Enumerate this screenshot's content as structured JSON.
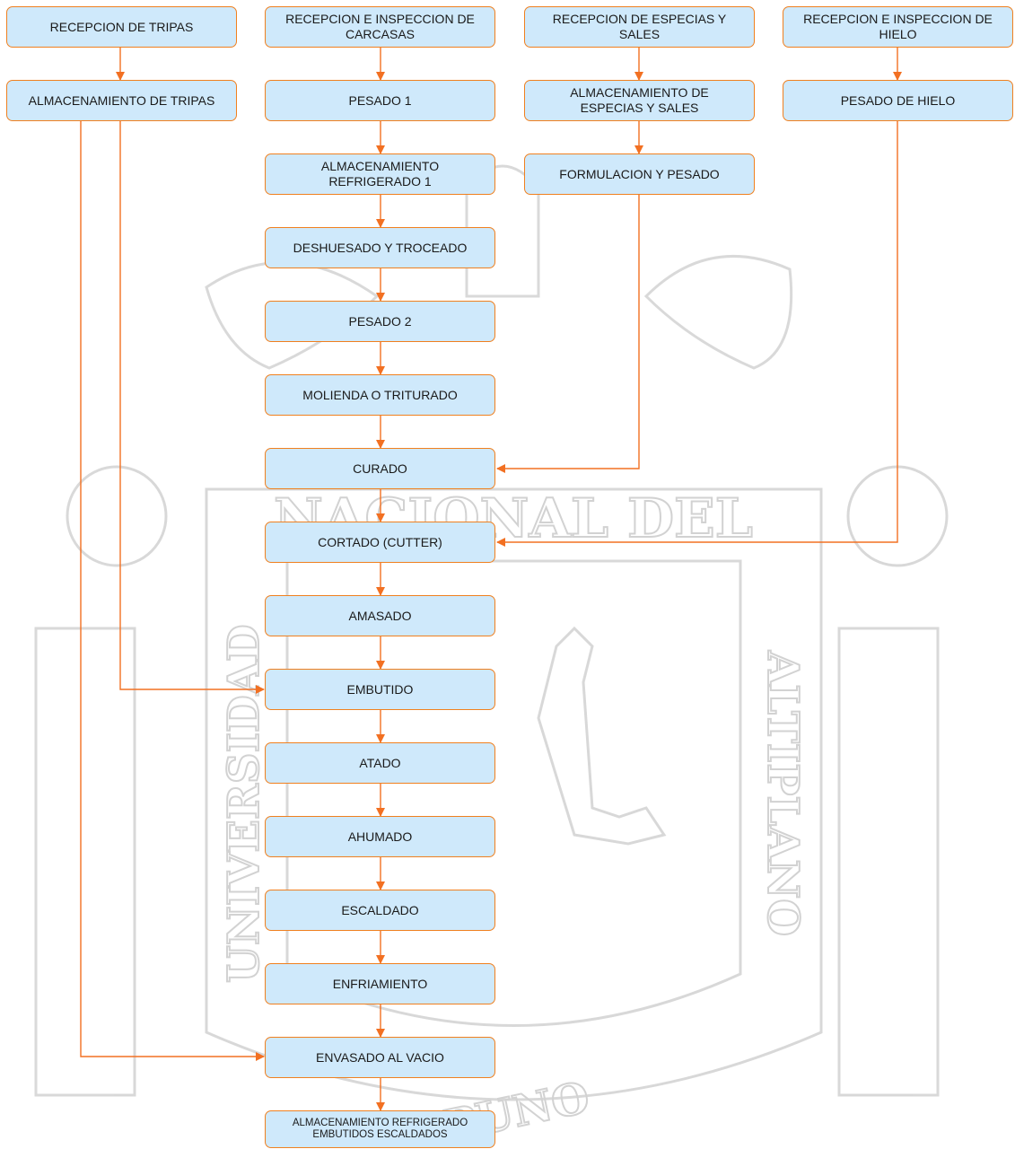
{
  "colors": {
    "node_fill": "#cfe9fb",
    "node_border": "#f0801f",
    "arrow": "#f27022",
    "watermark": "#c8c8c8"
  },
  "watermark": {
    "text_top": "NACIONAL DEL",
    "text_left": "UNIVERSIDAD",
    "text_right": "ALTIPLANO",
    "text_bottom": "PUNO"
  },
  "nodes": {
    "recepcion_tripas": "RECEPCION DE TRIPAS",
    "recepcion_carcasas": "RECEPCION E INSPECCION DE\nCARCASAS",
    "recepcion_especias": "RECEPCION DE ESPECIAS Y\nSALES",
    "recepcion_hielo": "RECEPCION E INSPECCION DE\nHIELO",
    "almacenamiento_tripas": "ALMACENAMIENTO DE TRIPAS",
    "pesado_1": "PESADO 1",
    "almacenamiento_especias": "ALMACENAMIENTO DE\nESPECIAS Y SALES",
    "pesado_hielo": "PESADO DE HIELO",
    "almacenamiento_refrigerado_1": "ALMACENAMIENTO\nREFRIGERADO 1",
    "formulacion_pesado": "FORMULACION Y PESADO",
    "deshuesado": "DESHUESADO Y TROCEADO",
    "pesado_2": "PESADO 2",
    "molienda": "MOLIENDA O TRITURADO",
    "curado": "CURADO",
    "cortado": "CORTADO (CUTTER)",
    "amasado": "AMASADO",
    "embutido": "EMBUTIDO",
    "atado": "ATADO",
    "ahumado": "AHUMADO",
    "escaldado": "ESCALDADO",
    "enfriamiento": "ENFRIAMIENTO",
    "envasado": "ENVASADO AL VACIO",
    "almacenamiento_final": "ALMACENAMIENTO REFRIGERADO\nEMBUTIDOS ESCALDADOS"
  }
}
